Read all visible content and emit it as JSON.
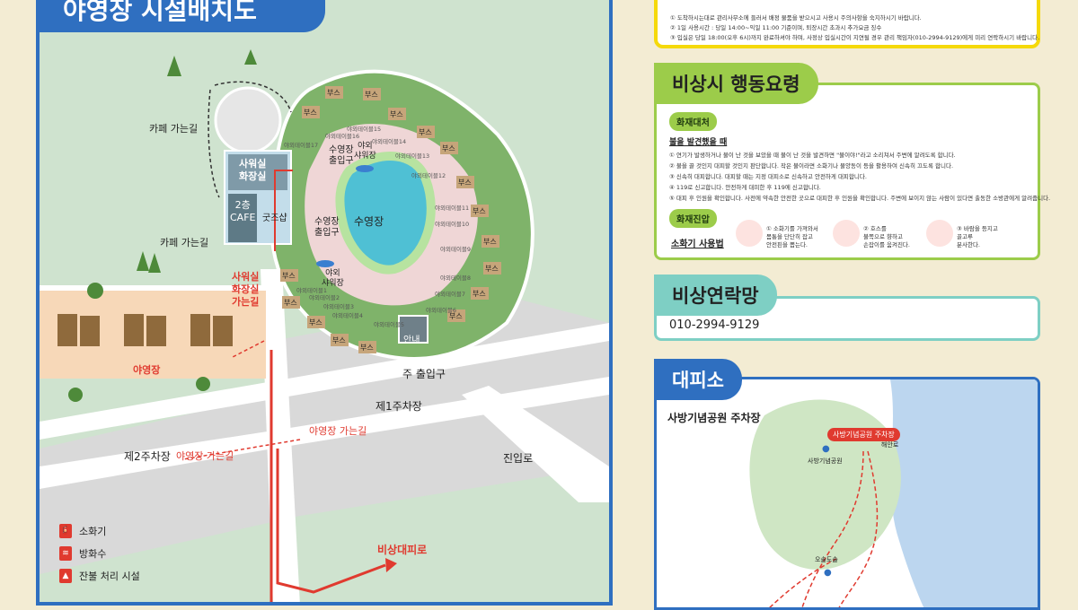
{
  "map": {
    "title": "야영장 시설배치도",
    "cafe_path_1": "카페 가는길",
    "cafe_path_2": "카페 가는길",
    "shower_toilet": "사워실\n화장실",
    "cafe_2f": "2층\nCAFE",
    "goods_shop": "굿즈샵",
    "shower_path": "사워실\n화장실\n가는길",
    "campsite": "야영장",
    "pool": "수영장",
    "pool_entrance_top": "수영장\n출입구",
    "pool_entrance_left": "수영장\n출입구",
    "shower_top": "야외\n샤워장",
    "shower_bottom": "야외\n샤워장",
    "info": "안내",
    "main_entrance": "주 출입구",
    "parking_1": "제1주차장",
    "parking_2": "제2주차장",
    "campsite_path_1": "야영장 가는길",
    "campsite_path_2": "야영장 가는길",
    "entry_road": "진입로",
    "evac_road": "비상대피로",
    "booth": "부스",
    "tables": [
      "야외테이블1",
      "야외테이블2",
      "야외테이블3",
      "야외테이블4",
      "야외테이블5",
      "야외테이블6",
      "야외테이블7",
      "야외테이블8",
      "야외테이블9",
      "야외테이블10",
      "야외테이블11",
      "야외테이블12",
      "야외테이블13",
      "야외테이블14",
      "야외테이블15",
      "야외테이블16",
      "야외테이블17"
    ],
    "legend": [
      {
        "icon": "extinguisher-icon",
        "label": "소화기"
      },
      {
        "icon": "fire-water-icon",
        "label": "방화수"
      },
      {
        "icon": "ember-disposal-icon",
        "label": "잔불 처리 시설"
      }
    ]
  },
  "notice": {
    "lines": [
      "① 도착하시는대로 관리사무소에 들러서 배정 물품을 받으시고 사용시 주의사항을 숙지하시기 바랍니다.",
      "② 1일 사용시간 : 당일 14:00~익일 11:00 기준이며, 퇴장시간 초과시 추가요금 징수",
      "③ 입실은 당일 18:00(오후 6시)까지 완료하셔야 하며, 사정상 입실시간이 지연될 경우 관리 책임자(010-2994-9129)에게 미리 연락하시기 바랍니다."
    ]
  },
  "emergency": {
    "title": "비상시 행동요령",
    "fire_pill": "화재대처",
    "when_found": "불을 발견했을 때",
    "steps": [
      "① 연기가 발생하거나 불이 난 것을 보았을 때  불이 난 것을 발견하면 \"불이야!\"라고 소리쳐서 주변에 알려도록 합니다.",
      "② 불을 끌 것인지 대피할 것인지 판단합니다.  작은 불이라면 소화기나 물양동이 등을 활용하여 신속히 끄도록 합니다.",
      "③ 신속히 대피합니다.  대피할 때는 지정 대피소로 신속하고 안전하게 대피합니다.",
      "④ 119로 신고합니다.  안전하게 대피한 후 119에 신고합니다.",
      "⑤ 대피 후 인원을 확인합니다.  사전에 약속한 안전한 곳으로 대피한 후 인원을 확인합니다. 주변에 보이지 않는 사람이 있다면 출동한 소방관에게 알려줍니다."
    ],
    "suppress_pill": "화재진압",
    "extinguisher_use": "소화기 사용법",
    "ext_steps": [
      "① 소화기를 가져와서\n몸통을 단단히 잡고\n안전핀을 뽑는다.",
      "② 호스를\n불쪽으로 향하고\n손잡이를 움켜진다.",
      "③ 바람을 등지고\n골고루\n분사한다."
    ]
  },
  "contact": {
    "title": "비상연락망",
    "phone": "010-2994-9129"
  },
  "shelter": {
    "title": "대피소",
    "map_title": "사방기념공원 주차장",
    "parking_tag": "사방기념공원 주차장",
    "park_label": "사방기념공원",
    "road_label": "해안로",
    "place_label": "오솔도솔"
  },
  "colors": {
    "accent_blue": "#2f6fc0",
    "accent_green": "#9ccc4a",
    "accent_yellow": "#f5d90a",
    "accent_teal": "#7ecfc4",
    "route_red": "#e03a2f"
  }
}
